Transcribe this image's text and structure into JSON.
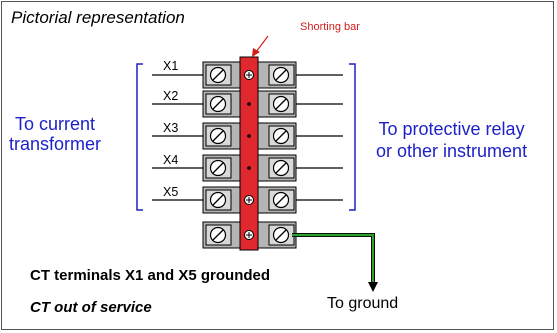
{
  "title": "Pictorial representation",
  "shorting_bar_label": "Shorting bar",
  "left_label": [
    "To current",
    "transformer"
  ],
  "right_label": [
    "To protective relay",
    "or other instrument"
  ],
  "terminals": [
    "X1",
    "X2",
    "X3",
    "X4",
    "X5"
  ],
  "caption_line1": "CT terminals X1 and X5 grounded",
  "caption_line2": "CT out of service",
  "ground_label": "To ground",
  "colors": {
    "shorting_bar": "#e0292e",
    "label_blue": "#1d22c8",
    "annotation_red": "#d31d1d",
    "ground_wire": "#2e9e2e",
    "terminal_fill": "#b5b5b5"
  }
}
